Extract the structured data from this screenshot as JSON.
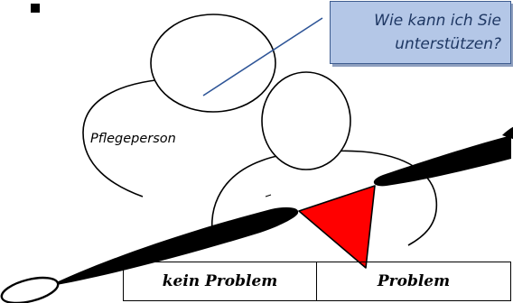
{
  "speech_bubble": {
    "line1": "Wie kann ich Sie",
    "line2": "unterstützen?",
    "fill_color": "#b4c7e7",
    "text_color": "#1f3864"
  },
  "caregiver_label": "Pflegeperson",
  "answers": {
    "left": "kein Problem",
    "right": "Problem"
  },
  "colors": {
    "pointer_fill": "#ff0000",
    "outline": "#000000",
    "speech_line": "#2e5597"
  }
}
